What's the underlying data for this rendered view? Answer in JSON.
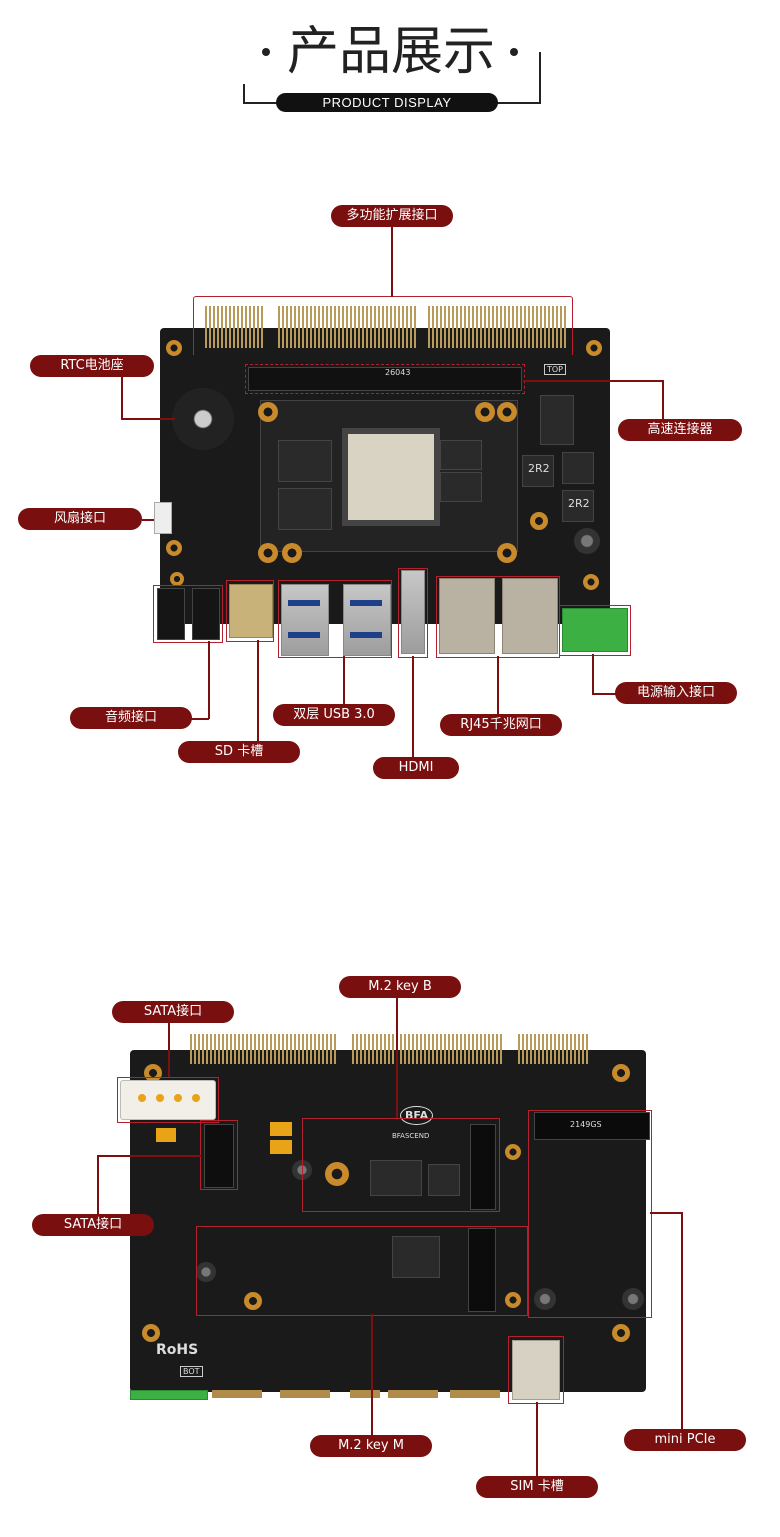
{
  "header": {
    "title": "产品展示",
    "subtitle": "PRODUCT DISPLAY"
  },
  "top_board": {
    "labels": {
      "multi_expansion": "多功能扩展接口",
      "rtc_battery": "RTC电池座",
      "high_speed": "高速连接器",
      "fan": "风扇接口",
      "power_input": "电源输入接口",
      "audio": "音频接口",
      "usb": "双层 USB 3.0",
      "rj45": "RJ45千兆网口",
      "sd": "SD 卡槽",
      "hdmi": "HDMI"
    },
    "silk": {
      "connector_code": "26043",
      "inductor_a": "2R2",
      "inductor_b": "2R2",
      "top_tag": "TOP"
    }
  },
  "bottom_board": {
    "labels": {
      "m2_b": "M.2 key B",
      "sata_top": "SATA接口",
      "sata_left": "SATA接口",
      "mini_pcie": "mini PCIe",
      "m2_m": "M.2 key M",
      "sim": "SIM 卡槽"
    },
    "silk": {
      "logo": "BFA",
      "brand": "BFASCEND",
      "rohs": "RoHS",
      "bot_tag": "BOT",
      "pcie_code": "2149GS"
    }
  },
  "colors": {
    "label_bg": "#7a0f0f",
    "highlight": "#b3212f",
    "pcb": "#1a1a1a"
  }
}
